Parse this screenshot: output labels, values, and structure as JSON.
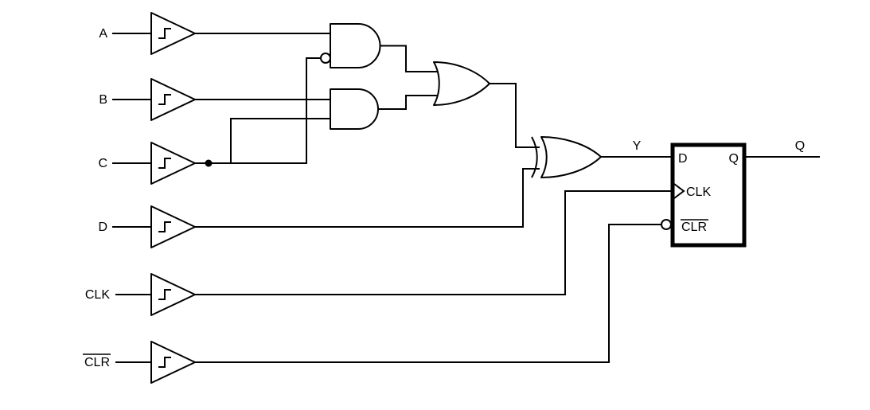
{
  "colors": {
    "stroke": "#000000",
    "background": "#ffffff"
  },
  "inputs": [
    {
      "id": "a",
      "label": "A",
      "overline": false
    },
    {
      "id": "b",
      "label": "B",
      "overline": false
    },
    {
      "id": "c",
      "label": "C",
      "overline": false
    },
    {
      "id": "d",
      "label": "D",
      "overline": false
    },
    {
      "id": "clk",
      "label": "CLK",
      "overline": false
    },
    {
      "id": "clr",
      "label": "CLR",
      "overline": true
    }
  ],
  "net_labels": {
    "y": "Y",
    "q_out": "Q"
  },
  "flipflop": {
    "d_pin": "D",
    "q_pin": "Q",
    "clk_pin": "CLK",
    "clr_pin": "CLR"
  },
  "components": {
    "schmitt_buffers": 6,
    "and_gates": 2,
    "or_gates": 1,
    "xor_gates": 1,
    "d_flipflops": 1,
    "junction_dots": 1
  }
}
